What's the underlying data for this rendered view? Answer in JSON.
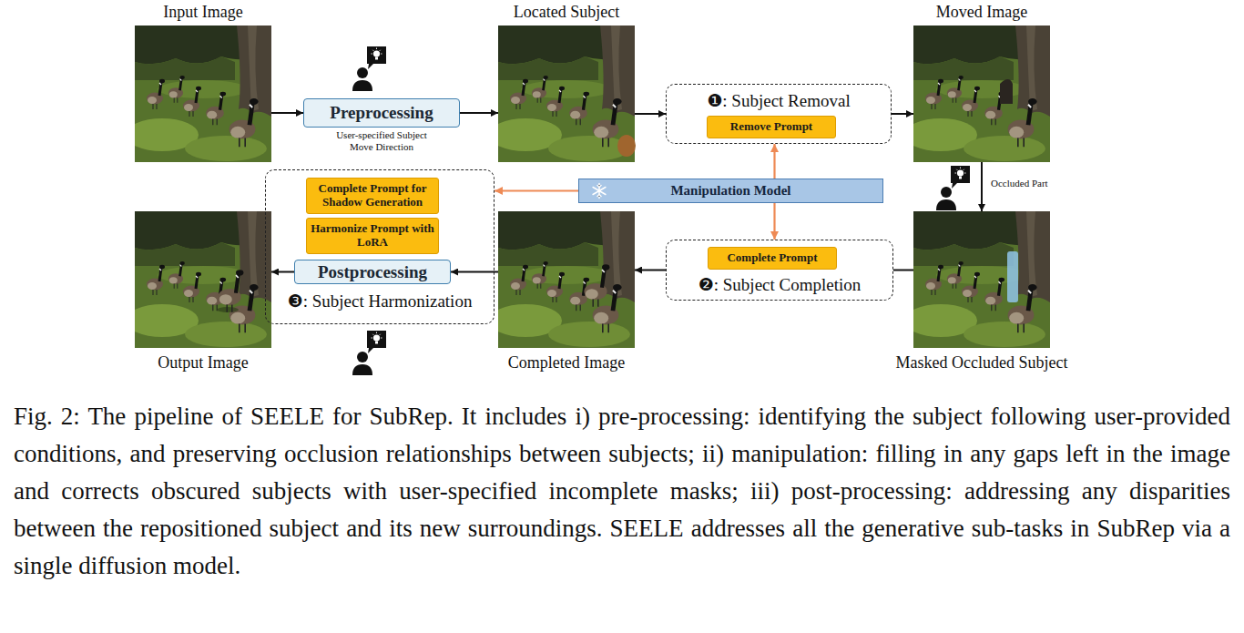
{
  "diagram": {
    "caption": "Fig. 2: The pipeline of SEELE for SubRep. It includes i) pre-processing: identifying the subject following user-provided conditions, and preserving occlusion relationships between subjects; ii) manipulation: filling in any gaps left in the image and corrects obscured subjects with user-specified incomplete masks; iii) post-processing: addressing any disparities between the repositioned subject and its new surroundings. SEELE addresses all the generative sub-tasks in SubRep via a single diffusion model.",
    "nodes": [
      {
        "text": [
          "Input Image"
        ]
      },
      {
        "text": [
          "Preprocessing",
          "User-specified Subject Move Direction"
        ]
      },
      {
        "text": [
          "Located Subject"
        ]
      },
      {
        "text": [
          "❶: Subject Removal"
        ]
      },
      {
        "text": [
          "Remove Prompt"
        ],
        "in": 3
      },
      {
        "text": [
          "Moved Image"
        ]
      },
      {
        "text": [
          "Manipulation Model"
        ]
      },
      {
        "text": [
          "Masked Occluded Subject"
        ]
      },
      {
        "text": [
          "❷: Subject Completion"
        ]
      },
      {
        "text": [
          "Complete Prompt"
        ],
        "in": 8
      },
      {
        "text": [
          "Completed Image"
        ]
      },
      {
        "text": [
          "❸: Subject Harmonization"
        ]
      },
      {
        "text": [
          "Complete Prompt for Shadow Generation"
        ],
        "in": 11
      },
      {
        "text": [
          "Harmonize Prompt with LoRA"
        ],
        "in": 11
      },
      {
        "text": [
          "Postprocessing"
        ],
        "in": 11
      },
      {
        "text": [
          "Output Image"
        ]
      }
    ],
    "edges": [
      {
        "from": 0,
        "to": 1,
        "arrow": "to"
      },
      {
        "from": 1,
        "to": 2,
        "arrow": "to"
      },
      {
        "from": 2,
        "to": 3,
        "arrow": "to"
      },
      {
        "from": 3,
        "to": 5,
        "arrow": "to"
      },
      {
        "from": 5,
        "to": 7,
        "arrow": "to",
        "label": "Occluded Part"
      },
      {
        "from": 7,
        "to": 8,
        "arrow": "none"
      },
      {
        "from": 8,
        "to": 10,
        "arrow": "to"
      },
      {
        "from": 10,
        "to": 14,
        "arrow": "to"
      },
      {
        "from": 14,
        "to": 15,
        "arrow": "to"
      },
      {
        "from": 6,
        "to": 3,
        "arrow": "to"
      },
      {
        "from": 6,
        "to": 8,
        "arrow": "to"
      },
      {
        "from": 6,
        "to": 11,
        "arrow": "to"
      }
    ]
  }
}
